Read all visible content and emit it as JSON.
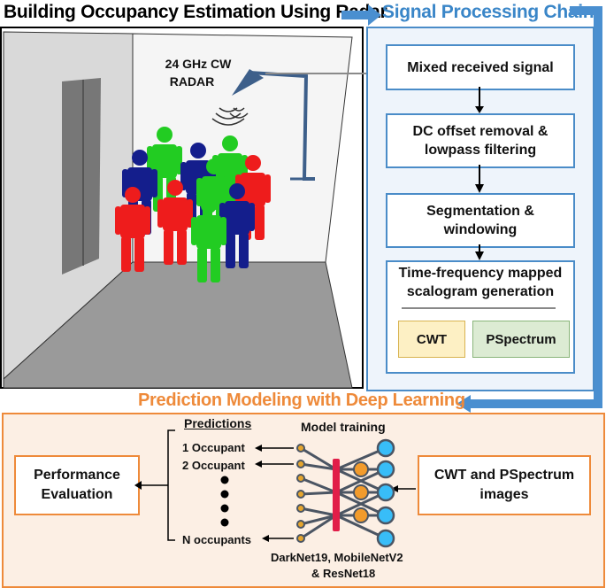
{
  "titles": {
    "scene": "Building Occupancy Estimation Using Radar",
    "chain": "Signal Processing Chain",
    "prediction": "Prediction Modeling with Deep Learning"
  },
  "radar": {
    "label_line1": "24 GHz CW",
    "label_line2": "RADAR"
  },
  "chain_steps": [
    {
      "line1": "Mixed received signal",
      "line2": ""
    },
    {
      "line1": "DC offset removal &",
      "line2": "lowpass filtering"
    },
    {
      "line1": "Segmentation &",
      "line2": "windowing"
    },
    {
      "line1": "Time-frequency mapped",
      "line2": "scalogram generation"
    }
  ],
  "methods": {
    "cwt": "CWT",
    "pspectrum": "PSpectrum"
  },
  "prediction": {
    "performance_line1": "Performance",
    "performance_line2": "Evaluation",
    "predictions_header": "Predictions",
    "outputs": [
      "1 Occupant",
      "2 Occupant",
      "N occupants"
    ],
    "model_training": "Model training",
    "models_line1": "DarkNet19, MobileNetV2",
    "models_line2": "& ResNet18",
    "input_line1": "CWT and PSpectrum",
    "input_line2": "images"
  },
  "colors": {
    "blue_accent": "#3a86c8",
    "orange_accent": "#ee8a3a",
    "chain_bg": "#eef4fb",
    "prediction_bg": "#fcefe4",
    "cwt_fill": "#fdf0c4",
    "pspectrum_fill": "#dcebd3",
    "person_green": "#22cc22",
    "person_red": "#ee1c1c",
    "person_navy": "#141e8c"
  }
}
